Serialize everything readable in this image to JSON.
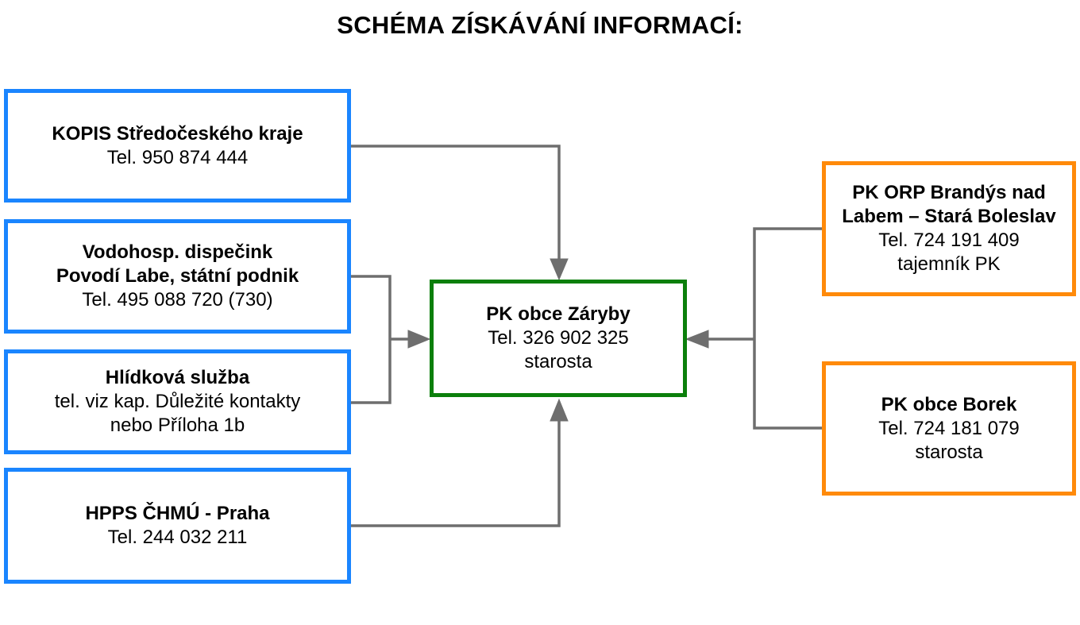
{
  "title": "SCHÉMA ZÍSKÁVÁNÍ INFORMACÍ:",
  "colors": {
    "source_border": "#1a85ff",
    "center_border": "#0b7f0b",
    "neighbor_border": "#ff8a0a",
    "connector": "#6e6e6e"
  },
  "sources": {
    "kopis": {
      "name": "KOPIS Středočeského kraje",
      "phone": "Tel. 950 874 444"
    },
    "vodohosp": {
      "name_line1": "Vodohosp. dispečink",
      "name_line2": "Povodí Labe, státní podnik",
      "phone": "Tel. 495 088 720 (730)"
    },
    "hlidkova": {
      "name": "Hlídková služba",
      "info_line1": "tel. viz kap. Důležité kontakty",
      "info_line2": "nebo Příloha 1b"
    },
    "hpps": {
      "name": "HPPS ČHMÚ - Praha",
      "phone": "Tel. 244 032 211"
    }
  },
  "center": {
    "name": "PK obce Záryby",
    "phone": "Tel. 326 902 325",
    "role": "starosta"
  },
  "neighbors": {
    "orp": {
      "name_line1": "PK ORP Brandýs nad",
      "name_line2": "Labem – Stará Boleslav",
      "phone": "Tel. 724 191 409",
      "role": "tajemník PK"
    },
    "borek": {
      "name": "PK obce Borek",
      "phone": "Tel. 724 181 079",
      "role": "starosta"
    }
  }
}
